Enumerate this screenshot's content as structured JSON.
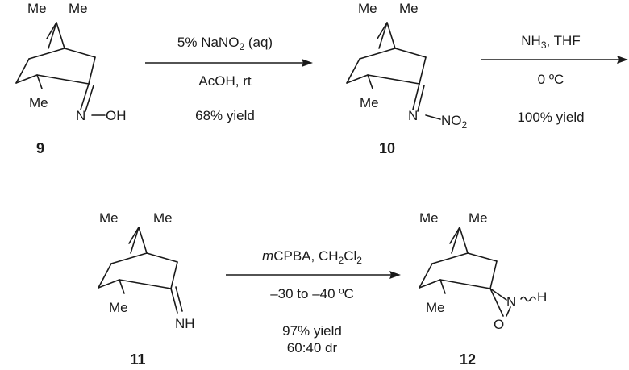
{
  "atoms": {
    "me": "Me",
    "n": "N",
    "o": "O",
    "oh": "OH",
    "nh": "NH",
    "h": "H",
    "no2_main": "NO",
    "no2_sub": "2"
  },
  "compounds": [
    {
      "id": "9",
      "label": "9"
    },
    {
      "id": "10",
      "label": "10"
    },
    {
      "id": "11",
      "label": "11"
    },
    {
      "id": "12",
      "label": "12"
    }
  ],
  "reactions": [
    {
      "from": "9",
      "to": "10",
      "reagent_top": {
        "main": "5% NaNO",
        "sub": "2",
        "tail": " (aq)"
      },
      "conditions": "AcOH, rt",
      "yield": "68% yield"
    },
    {
      "from": "10",
      "to": "11",
      "reagent_top": {
        "main": "NH",
        "sub": "3",
        "tail": ", THF"
      },
      "conditions": "0 ºC",
      "yield": "100% yield"
    },
    {
      "from": "11",
      "to": "12",
      "reagent_top": {
        "italic": "m",
        "main": "CPBA, CH",
        "sub1": "2",
        "mid": "Cl",
        "sub2": "2"
      },
      "conditions": "–30 to –40  ºC",
      "yield": "97% yield",
      "dr": "60:40 dr"
    }
  ]
}
